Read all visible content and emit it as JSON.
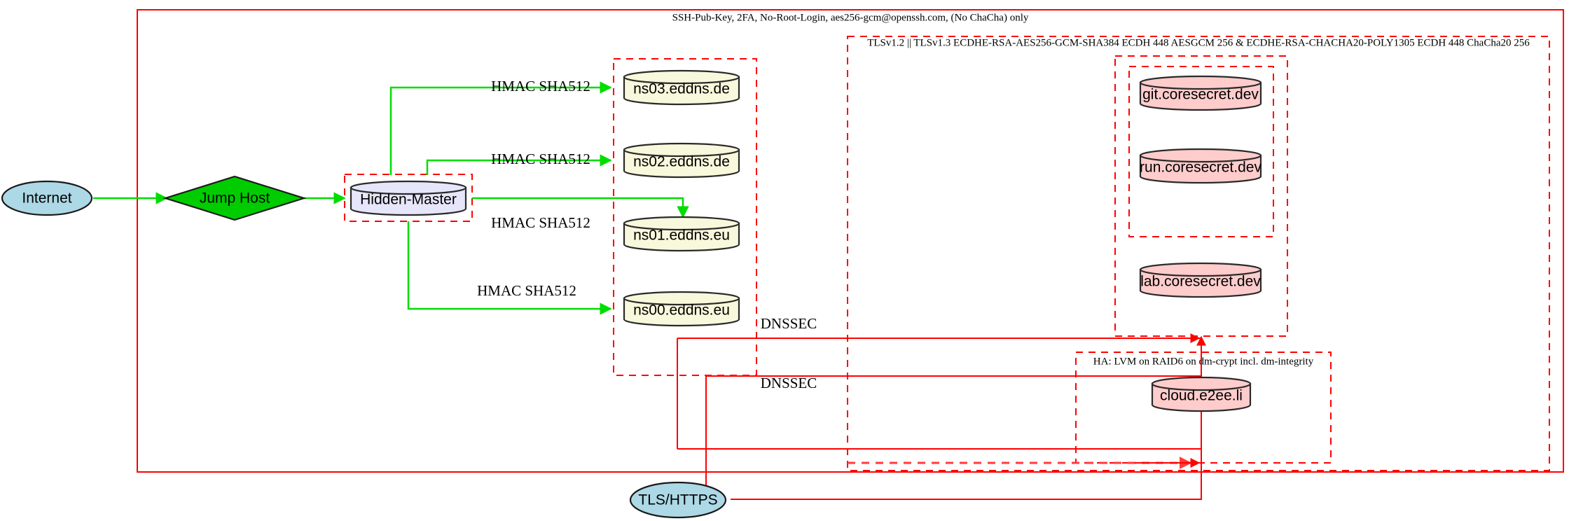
{
  "diagram": {
    "title_label": "SSH-Pub-Key, 2FA, No-Root-Login, aes256-gcm@openssh.com, (No ChaCha) only",
    "tls_cluster_label": "TLSv1.2 || TLSv1.3 ECDHE-RSA-AES256-GCM-SHA384 ECDH 448 AESGCM 256 & ECDHE-RSA-CHACHA20-POLY1305 ECDH 448 ChaCha20 256",
    "ha_cluster_label": "HA: LVM on RAID6 on dm-crypt incl. dm-integrity",
    "colors": {
      "edge_green": "#00dd00",
      "edge_red": "#ff0000",
      "cluster_border": "#ff0000",
      "internet_fill": "#add8e6",
      "jumphost_fill": "#00cc00",
      "hiddenmaster_fill": "#e6e6fa",
      "dns_fill": "#f5f5dc",
      "service_fill": "#ffcccc",
      "tls_fill": "#add8e6"
    },
    "nodes": {
      "internet": {
        "label": "Internet",
        "shape": "ellipse"
      },
      "jump_host": {
        "label": "Jump Host",
        "shape": "diamond"
      },
      "hidden_master": {
        "label": "Hidden-Master",
        "shape": "cylinder"
      },
      "ns03": {
        "label": "ns03.eddns.de",
        "shape": "cylinder"
      },
      "ns02": {
        "label": "ns02.eddns.de",
        "shape": "cylinder"
      },
      "ns01": {
        "label": "ns01.eddns.eu",
        "shape": "cylinder"
      },
      "ns00": {
        "label": "ns00.eddns.eu",
        "shape": "cylinder"
      },
      "git": {
        "label": "git.coresecret.dev",
        "shape": "cylinder"
      },
      "run": {
        "label": "run.coresecret.dev",
        "shape": "cylinder"
      },
      "lab": {
        "label": "lab.coresecret.dev",
        "shape": "cylinder"
      },
      "cloud": {
        "label": "cloud.e2ee.li",
        "shape": "cylinder"
      },
      "tls_https": {
        "label": "TLS/HTTPS",
        "shape": "ellipse"
      }
    },
    "edge_labels": {
      "hmac_ns03": "HMAC SHA512",
      "hmac_ns02": "HMAC SHA512",
      "hmac_ns01": "HMAC SHA512",
      "hmac_ns00": "HMAC SHA512",
      "dnssec_upper": "DNSSEC",
      "dnssec_lower": "DNSSEC"
    }
  }
}
